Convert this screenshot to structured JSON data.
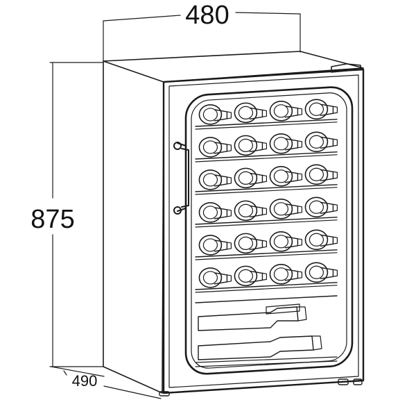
{
  "dimensions": {
    "width": "480",
    "height": "875",
    "depth": "490"
  },
  "diagram": {
    "shelf_rows": 6,
    "bottles_per_row": 4,
    "bottom_bottles": 2
  }
}
